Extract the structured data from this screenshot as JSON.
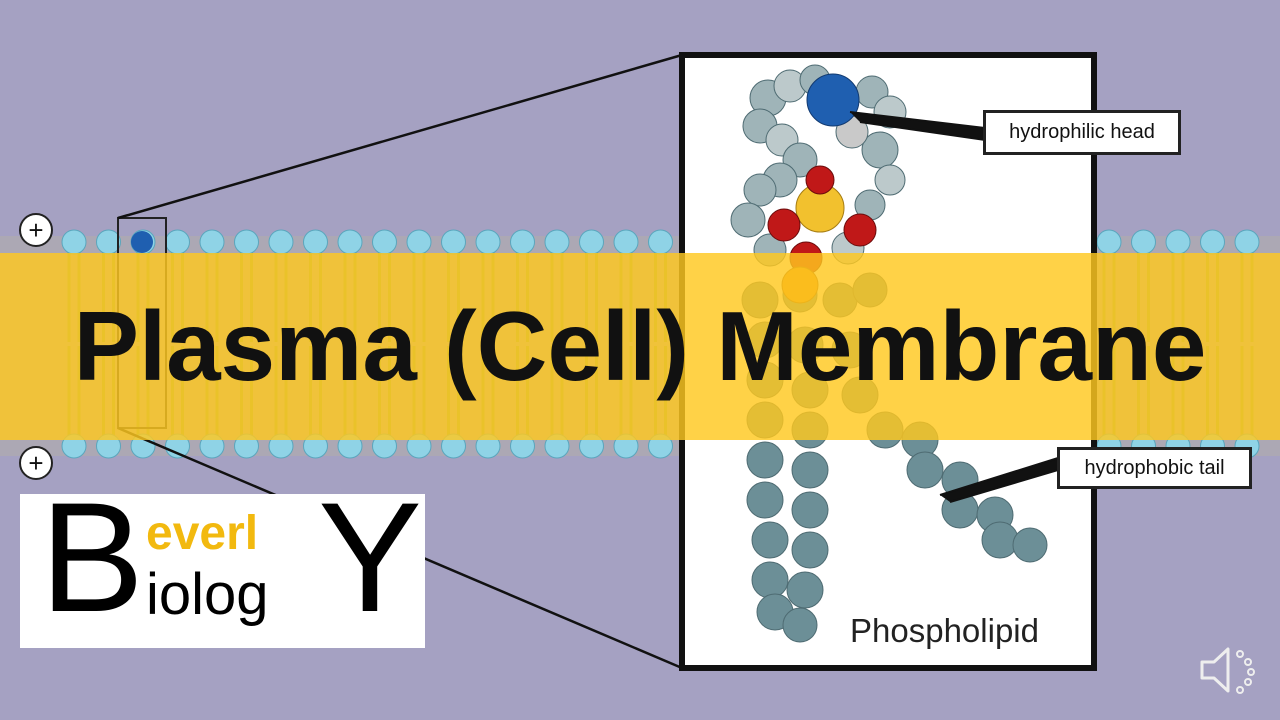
{
  "title": "Plasma (Cell) Membrane",
  "labels": {
    "head": "hydrophilic head",
    "tail": "hydrophobic tail",
    "molecule": "Phospholipid"
  },
  "logo": {
    "big_b": "B",
    "top_word": "everl",
    "bottom_word": "iolog",
    "big_y": "Y"
  },
  "charge_symbols": [
    "+",
    "+"
  ],
  "colors": {
    "background": "#a5a1c2",
    "banner": "#ffc81e",
    "head_beads": "#8fd3e6",
    "tails": "#8aa85a",
    "logo_accent": "#f2b90f",
    "phosphate": "#f2c12e",
    "oxygen": "#c01818",
    "nitrogen": "#1f5fb0",
    "carbon": "#6c8f97"
  },
  "icons": [
    "speaker-icon"
  ]
}
